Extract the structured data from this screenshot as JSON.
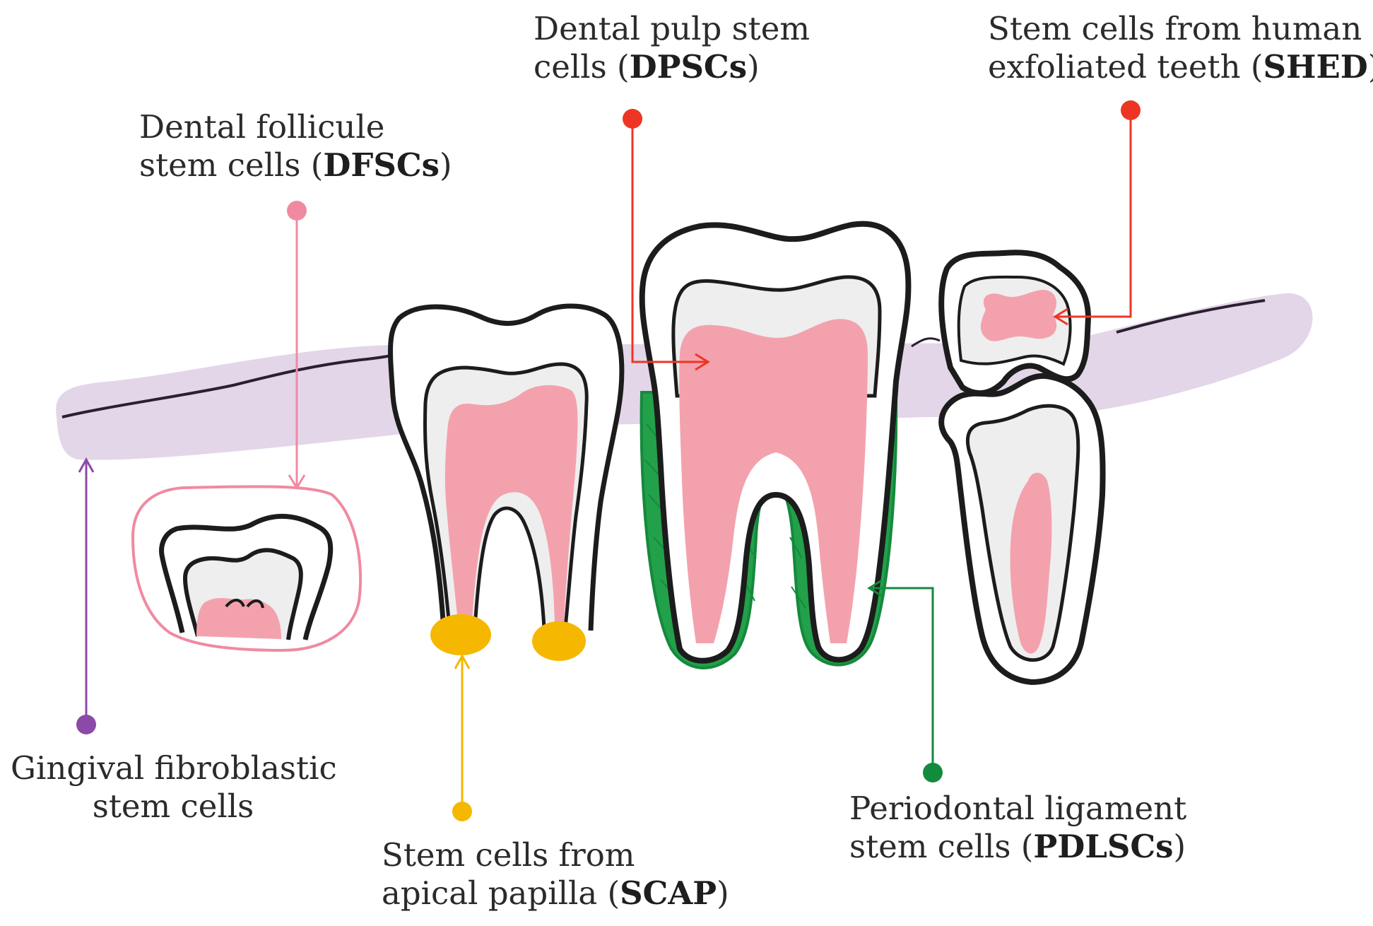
{
  "colors": {
    "gum": "#e3d6e8",
    "gum_line": "#2a2030",
    "pulp": "#f3a2ad",
    "outline": "#1c1c1c",
    "enamel": "#ffffff",
    "dentin": "#eeeeee",
    "gingival": "#8c4aa8",
    "follicle": "#f08aa0",
    "scap": "#f5b700",
    "dpsc": "#ee3524",
    "pdl": "#148a3c",
    "pdl_fill": "#23a04a"
  },
  "labels": {
    "gingival": {
      "line1": "Gingival fibroblastic",
      "line2": "stem  cells",
      "color_key": "gingival"
    },
    "dfsc": {
      "line1": "Dental follicule",
      "line2_pre": "stem cells (",
      "abbr": "DFSCs",
      "line2_post": ")",
      "color_key": "follicle"
    },
    "scap": {
      "line1": "Stem cells from",
      "line2_pre": "apical papilla (",
      "abbr": "SCAP",
      "line2_post": ")",
      "color_key": "scap"
    },
    "dpsc": {
      "line1": "Dental pulp stem",
      "line2_pre": "cells (",
      "abbr": "DPSCs",
      "line2_post": ")",
      "color_key": "dpsc"
    },
    "pdlsc": {
      "line1": "Periodontal ligament",
      "line2_pre": "stem cells (",
      "abbr": "PDLSCs",
      "line2_post": ")",
      "color_key": "pdl"
    },
    "shed": {
      "line1": "Stem cells from human",
      "line2_pre": "exfoliated teeth (",
      "abbr": "SHED",
      "line2_post": ")",
      "color_key": "dpsc"
    }
  }
}
